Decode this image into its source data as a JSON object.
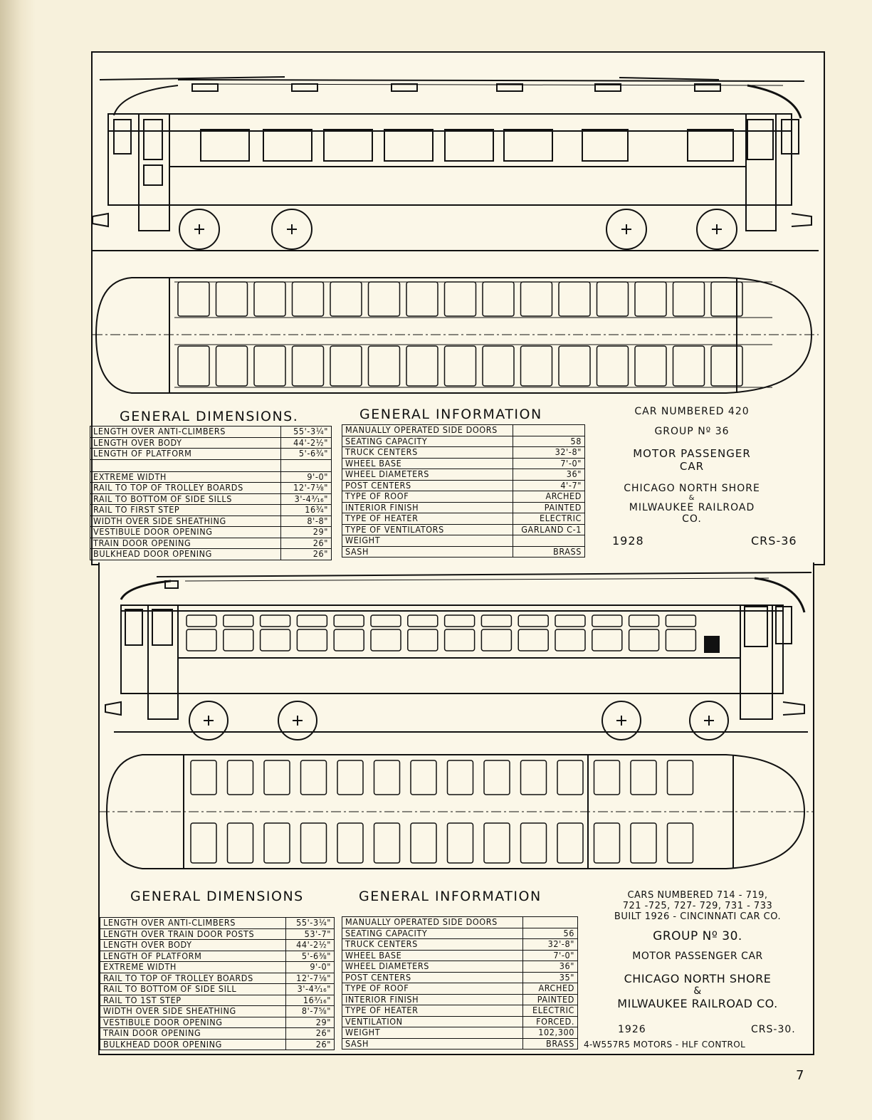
{
  "page_number": "7",
  "car_420": {
    "dimensions_heading": "GENERAL DIMENSIONS.",
    "information_heading": "GENERAL INFORMATION",
    "dimensions": [
      {
        "label": "LENGTH OVER ANTI-CLIMBERS",
        "value": "55'-3¼\""
      },
      {
        "label": "LENGTH OVER BODY",
        "value": "44'-2½\""
      },
      {
        "label": "LENGTH OF PLATFORM",
        "value": "5'-6¾\""
      },
      {
        "label": "",
        "value": ""
      },
      {
        "label": "EXTREME WIDTH",
        "value": "9'-0\""
      },
      {
        "label": "RAIL TO TOP OF TROLLEY BOARDS",
        "value": "12'-7⅛\""
      },
      {
        "label": "RAIL TO BOTTOM OF SIDE SILLS",
        "value": "3'-4³⁄₁₆\""
      },
      {
        "label": "RAIL TO FIRST STEP",
        "value": "16¾\""
      },
      {
        "label": "WIDTH OVER SIDE SHEATHING",
        "value": "8'-8\""
      },
      {
        "label": "VESTIBULE DOOR OPENING",
        "value": "29\""
      },
      {
        "label": "TRAIN DOOR OPENING",
        "value": "26\""
      },
      {
        "label": "BULKHEAD DOOR OPENING",
        "value": "26\""
      }
    ],
    "information": [
      {
        "label": "MANUALLY OPERATED SIDE DOORS",
        "value": ""
      },
      {
        "label": "SEATING CAPACITY",
        "value": "58"
      },
      {
        "label": "TRUCK CENTERS",
        "value": "32'-8\""
      },
      {
        "label": "WHEEL BASE",
        "value": "7'-0\""
      },
      {
        "label": "WHEEL DIAMETERS",
        "value": "36\""
      },
      {
        "label": "POST CENTERS",
        "value": "4'-7\""
      },
      {
        "label": "TYPE OF ROOF",
        "value": "ARCHED"
      },
      {
        "label": "INTERIOR FINISH",
        "value": "PAINTED"
      },
      {
        "label": "TYPE OF HEATER",
        "value": "ELECTRIC"
      },
      {
        "label": "TYPE OF VENTILATORS",
        "value": "GARLAND C-1"
      },
      {
        "label": "WEIGHT",
        "value": ""
      },
      {
        "label": "SASH",
        "value": "BRASS"
      }
    ],
    "car_numbered": "CAR NUMBERED 420",
    "group": "GROUP Nº 36",
    "car_type_line1": "MOTOR PASSENGER",
    "car_type_line2": "CAR",
    "railroad_line1": "CHICAGO NORTH SHORE",
    "railroad_amp": "&",
    "railroad_line2": "MILWAUKEE RAILROAD CO.",
    "year": "1928",
    "drawing_no": "CRS-36"
  },
  "car_714": {
    "dimensions_heading": "GENERAL DIMENSIONS",
    "information_heading": "GENERAL INFORMATION",
    "dimensions": [
      {
        "label": "LENGTH OVER ANTI-CLIMBERS",
        "value": "55'-3¼\""
      },
      {
        "label": "LENGTH OVER TRAIN DOOR POSTS",
        "value": "53'-7\""
      },
      {
        "label": "LENGTH OVER BODY",
        "value": "44'-2½\""
      },
      {
        "label": "LENGTH OF PLATFORM",
        "value": "5'-6⅜\""
      },
      {
        "label": "EXTREME WIDTH",
        "value": "9'-0\""
      },
      {
        "label": "RAIL TO TOP OF TROLLEY BOARDS",
        "value": "12'-7⅛\""
      },
      {
        "label": "RAIL TO BOTTOM OF SIDE SILL",
        "value": "3'-4³⁄₁₆\""
      },
      {
        "label": "RAIL TO 1ST STEP",
        "value": "16³⁄₁₆\""
      },
      {
        "label": "WIDTH OVER SIDE SHEATHING",
        "value": "8'-7⅝\""
      },
      {
        "label": "VESTIBULE DOOR OPENING",
        "value": "29\""
      },
      {
        "label": "TRAIN DOOR OPENING",
        "value": "26\""
      },
      {
        "label": "BULKHEAD DOOR OPENING",
        "value": "26\""
      }
    ],
    "information": [
      {
        "label": "MANUALLY OPERATED SIDE DOORS",
        "value": ""
      },
      {
        "label": "SEATING CAPACITY",
        "value": "56"
      },
      {
        "label": "TRUCK CENTERS",
        "value": "32'-8\""
      },
      {
        "label": "WHEEL BASE",
        "value": "7'-0\""
      },
      {
        "label": "WHEEL DIAMETERS",
        "value": "36\""
      },
      {
        "label": "POST CENTERS",
        "value": "35\""
      },
      {
        "label": "TYPE OF ROOF",
        "value": "ARCHED"
      },
      {
        "label": "INTERIOR FINISH",
        "value": "PAINTED"
      },
      {
        "label": "TYPE OF HEATER",
        "value": "ELECTRIC"
      },
      {
        "label": "VENTILATION",
        "value": "FORCED."
      },
      {
        "label": "WEIGHT",
        "value": "102,300"
      },
      {
        "label": "SASH",
        "value": "BRASS"
      }
    ],
    "cars_line1": "CARS NUMBERED 714 - 719,",
    "cars_line2": "721 -725, 727- 729, 731 - 733",
    "built_line": "BUILT 1926 - CINCINNATI CAR CO.",
    "group": "GROUP Nº 30.",
    "car_type": "MOTOR PASSENGER CAR",
    "railroad_line1": "CHICAGO NORTH SHORE",
    "railroad_amp": "&",
    "railroad_line2": "MILWAUKEE RAILROAD CO.",
    "year": "1926",
    "drawing_no": "CRS-30.",
    "motors": "4-W557R5 MOTORS - HLF CONTROL"
  }
}
